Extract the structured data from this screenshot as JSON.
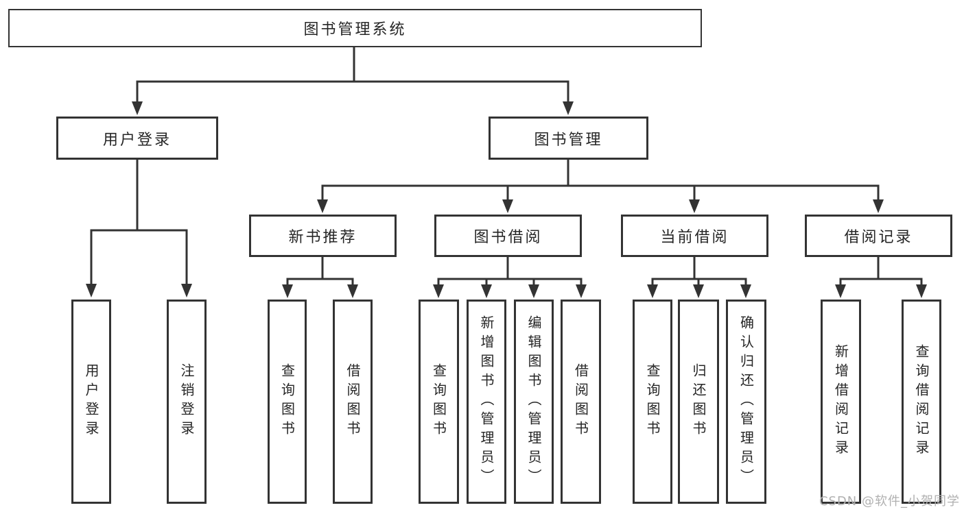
{
  "title": "图书管理系统",
  "watermark": "CSDN @软件_小贺同学",
  "colors": {
    "line": "#333333",
    "text": "#262626",
    "node_background": "#ffffff",
    "watermark": "#b0b0b0",
    "background": "#ffffff"
  },
  "level2": [
    {
      "label": "用户登录"
    },
    {
      "label": "图书管理"
    }
  ],
  "level3": [
    {
      "label": "新书推荐"
    },
    {
      "label": "图书借阅"
    },
    {
      "label": "当前借阅"
    },
    {
      "label": "借阅记录"
    }
  ],
  "leaves": {
    "user_login": [
      "用户登录",
      "注销登录"
    ],
    "new_book_recommend": [
      "查询图书",
      "借阅图书"
    ],
    "book_borrow": [
      "查询图书",
      "新增图书（管理员）",
      "编辑图书（管理员）",
      "借阅图书"
    ],
    "current_borrow": [
      "查询图书",
      "归还图书",
      "确认归还（管理员）"
    ],
    "borrow_record": [
      "新增借阅记录",
      "查询借阅记录"
    ]
  }
}
